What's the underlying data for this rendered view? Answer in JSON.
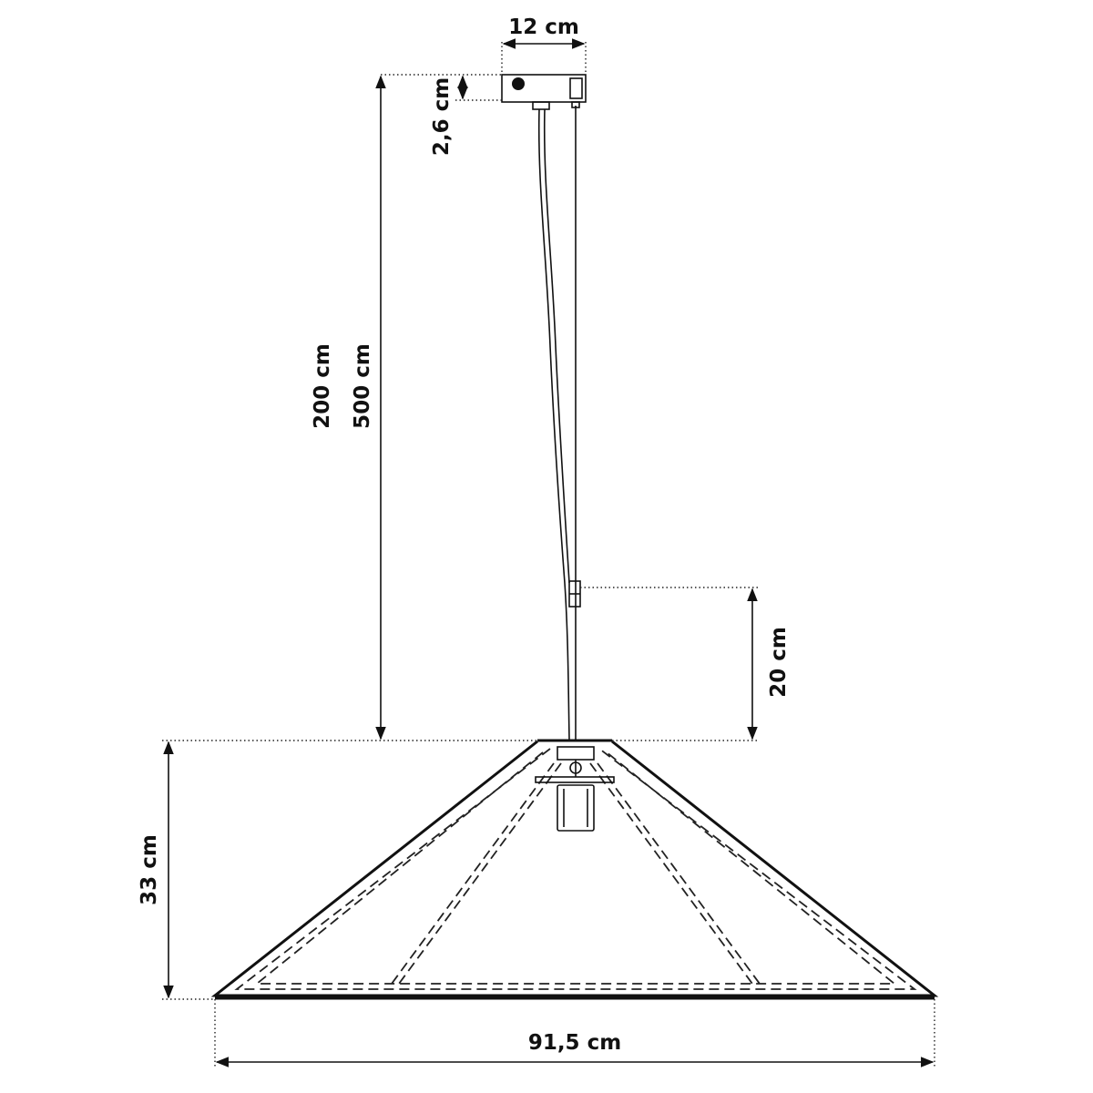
{
  "diagram": {
    "subject": "pendant lamp dimension drawing",
    "line_color": "#111111",
    "background_color": "#ffffff",
    "dimensions": {
      "canopy_width": "12 cm",
      "canopy_height": "2,6 cm",
      "cable_length_a": "200 cm",
      "cable_length_b": "500 cm",
      "rod_length": "20 cm",
      "shade_height": "33 cm",
      "shade_diameter": "91,5 cm"
    }
  }
}
